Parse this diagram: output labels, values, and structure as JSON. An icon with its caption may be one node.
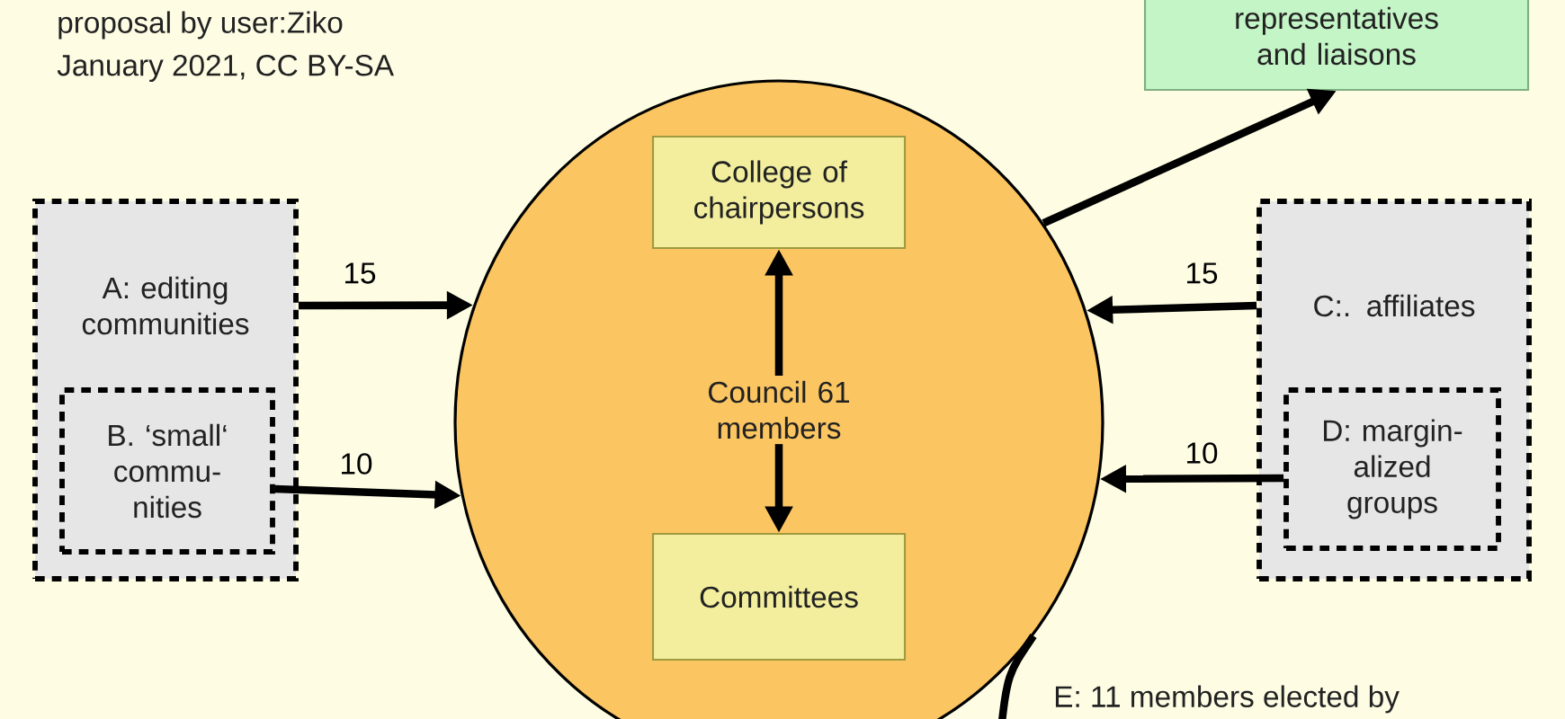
{
  "diagram": {
    "nodes": [
      {
        "text": [],
        "shape": "circle"
      },
      {
        "text": [
          "Council 61 members"
        ],
        "in": 0
      },
      {
        "text": [
          "College of chairpersons"
        ],
        "in": 0
      },
      {
        "text": [
          "Committees"
        ],
        "in": 0
      },
      {
        "text": [
          "A: editing communities"
        ]
      },
      {
        "text": [
          "B. ‘small‘ commu-nities"
        ],
        "in": 4
      },
      {
        "text": [
          "C:. affiliates"
        ]
      },
      {
        "text": [
          "D: margin-alized groups"
        ],
        "in": 6
      },
      {
        "text": [
          "representatives and liaisons"
        ]
      }
    ],
    "edges": [
      {
        "from": 1,
        "to": 2,
        "arrow": "to"
      },
      {
        "from": 1,
        "to": 3,
        "arrow": "to"
      },
      {
        "from": 4,
        "to": 0,
        "arrow": "to",
        "label": "15"
      },
      {
        "from": 5,
        "to": 0,
        "arrow": "to",
        "label": "10"
      },
      {
        "from": 6,
        "to": 0,
        "arrow": "to",
        "label": "15"
      },
      {
        "from": 7,
        "to": 0,
        "arrow": "to",
        "label": "10"
      },
      {
        "from": 0,
        "to": 8,
        "arrow": "to"
      },
      {
        "from": 0,
        "to": null,
        "arrow": "none"
      }
    ],
    "labels": [
      "proposal by user:Ziko",
      "January 2021, CC BY-SA",
      "E: 11 members elected by"
    ]
  }
}
